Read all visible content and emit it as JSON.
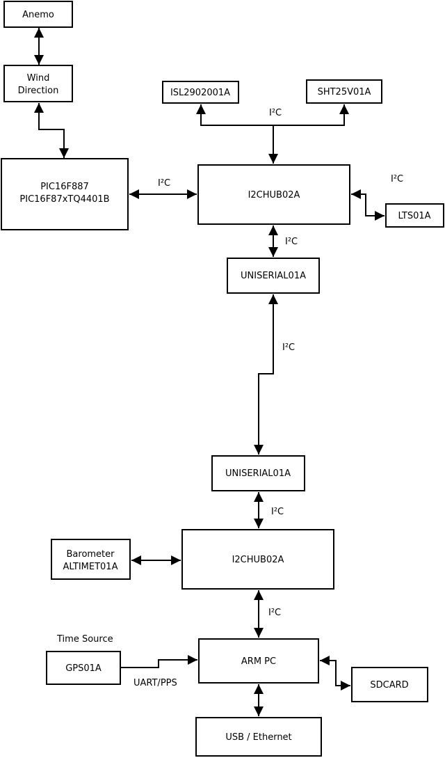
{
  "diagram": {
    "colors": {
      "line": "#000000",
      "box_fill": "#ffffff",
      "background": "#ffffff"
    },
    "nodes": {
      "anemo": {
        "label": "Anemo"
      },
      "wind_direction": {
        "line1": "Wind",
        "line2": "Direction"
      },
      "pic": {
        "line1": "PIC16F887",
        "line2": "PIC16F87xTQ4401B"
      },
      "isl": {
        "label": "ISL2902001A"
      },
      "sht": {
        "label": "SHT25V01A"
      },
      "i2c_hub_top": {
        "label": "I2CHUB02A"
      },
      "lts": {
        "label": "LTS01A"
      },
      "uniserial_top": {
        "label": "UNISERIAL01A"
      },
      "uniserial_bottom": {
        "label": "UNISERIAL01A"
      },
      "i2c_hub_bottom": {
        "label": "I2CHUB02A"
      },
      "barometer": {
        "line1": "Barometer",
        "line2": "ALTIMET01A"
      },
      "gps": {
        "label": "GPS01A"
      },
      "arm_pc": {
        "label": "ARM PC"
      },
      "sdcard": {
        "label": "SDCARD"
      },
      "usb_ethernet": {
        "label": "USB / Ethernet"
      }
    },
    "edge_labels": {
      "bus_top": "I²C",
      "pic_hub": "I²C",
      "hub_lts": "I²C",
      "hub_uniserial": "I²C",
      "uniserial_link": "I²C",
      "uniserial_hub": "I²C",
      "hub_arm": "I²C",
      "time_source": "Time Source",
      "uart_pps": "UART/PPS"
    }
  }
}
